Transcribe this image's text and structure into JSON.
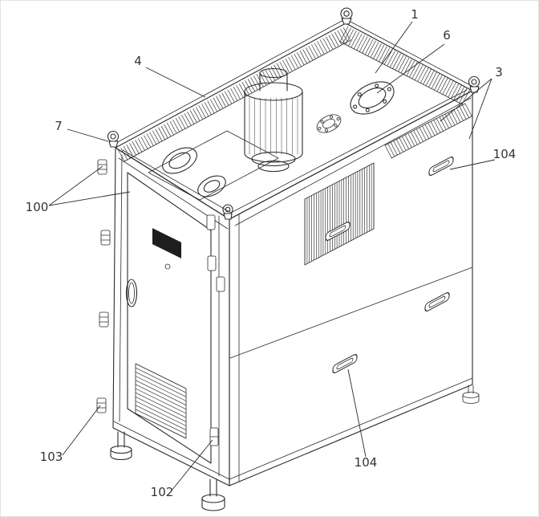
{
  "callouts": {
    "c1": "1",
    "c6": "6",
    "c4": "4",
    "c3": "3",
    "c7": "7",
    "c100": "100",
    "c104_top": "104",
    "c104_bottom": "104",
    "c103": "103",
    "c102": "102"
  },
  "colors": {
    "line": "#2b2b2b",
    "label": "#333333",
    "background": "#ffffff"
  }
}
